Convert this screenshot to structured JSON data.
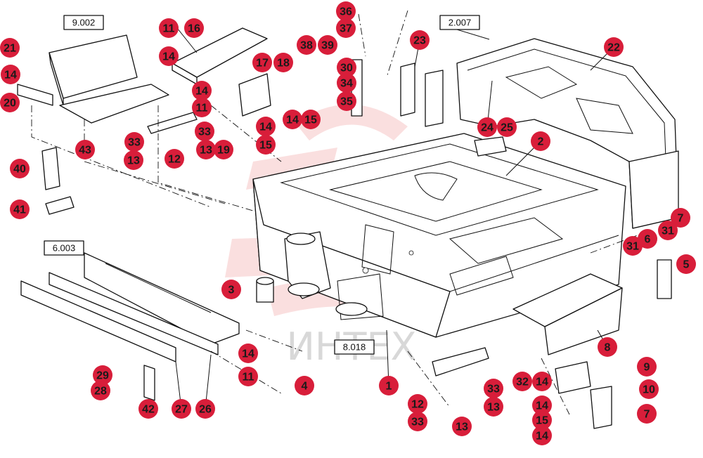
{
  "diagram": {
    "watermark_text": "ИНТЕХ",
    "callout_color": "#d81e3a",
    "callouts": [
      "21",
      "14",
      "20",
      "11",
      "14",
      "16",
      "36",
      "37",
      "38",
      "39",
      "30",
      "34",
      "35",
      "23",
      "17",
      "18",
      "14",
      "11",
      "15",
      "14",
      "33",
      "13",
      "19",
      "15",
      "14",
      "12",
      "33",
      "13",
      "43",
      "40",
      "41",
      "22",
      "24",
      "25",
      "2",
      "7",
      "31",
      "6",
      "31",
      "5",
      "3",
      "8",
      "4",
      "1",
      "14",
      "11",
      "29",
      "28",
      "42",
      "27",
      "26",
      "9",
      "32",
      "14",
      "10",
      "7",
      "33",
      "13",
      "12",
      "33",
      "13",
      "14",
      "15",
      "14"
    ],
    "ref_boxes": [
      "9.002",
      "2.007",
      "6.003",
      "8.018"
    ]
  }
}
